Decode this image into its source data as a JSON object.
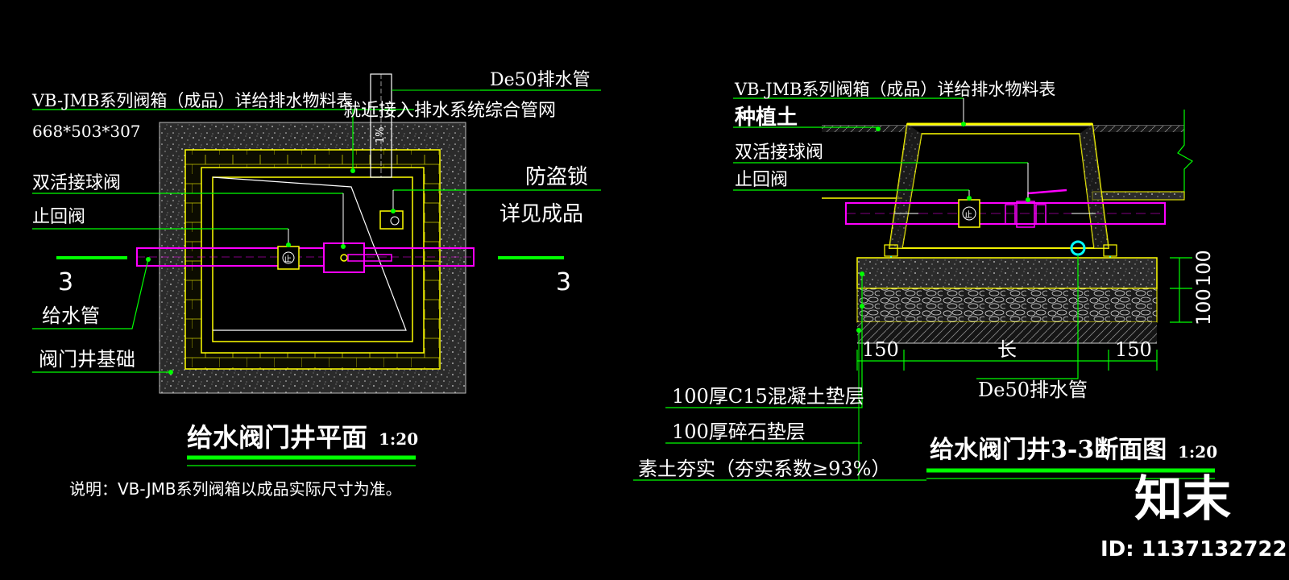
{
  "plan": {
    "label_valvebox": "VB-JMB系列阀箱（成品）详给排水物料表",
    "label_size": "668*503*307",
    "label_drain": "De50排水管",
    "label_drain2": "就近接入排水系统综合管网",
    "label_slope": "1%",
    "label_ballvalve": "双活接球阀",
    "label_checkvalve": "止回阀",
    "label_lock": "防盗锁",
    "label_lock2": "详见成品",
    "label_waterpipe": "给水管",
    "label_foundation": "阀门井基础",
    "section_mark_left": "3",
    "section_mark_right": "3",
    "valve_symbol": "止",
    "title": "给水阀门井平面",
    "scale": "1:20",
    "note": "说明：VB-JMB系列阀箱以成品实际尺寸为准。"
  },
  "section": {
    "label_valvebox": "VB-JMB系列阀箱（成品）详给排水物料表",
    "label_soil": "种植土",
    "label_ballvalve": "双活接球阀",
    "label_checkvalve": "止回阀",
    "valve_symbol": "止",
    "dim_100a": "100",
    "dim_100b": "100",
    "dim_left": "150",
    "dim_mid": "长",
    "dim_right": "150",
    "label_drain": "De50排水管",
    "label_concrete": "100厚C15混凝土垫层",
    "label_gravel": "100厚碎石垫层",
    "label_compact": "素土夯实（夯实系数≥93%）",
    "title": "给水阀门井3-3断面图",
    "scale": "1:20"
  },
  "brand": {
    "logo": "知末",
    "id_text": "ID: 1137132722"
  },
  "colors": {
    "background": "#000000",
    "pipe": "#ff00ff",
    "outline": "#ffff00",
    "leader": "#00ff00",
    "text": "#ffffff"
  }
}
